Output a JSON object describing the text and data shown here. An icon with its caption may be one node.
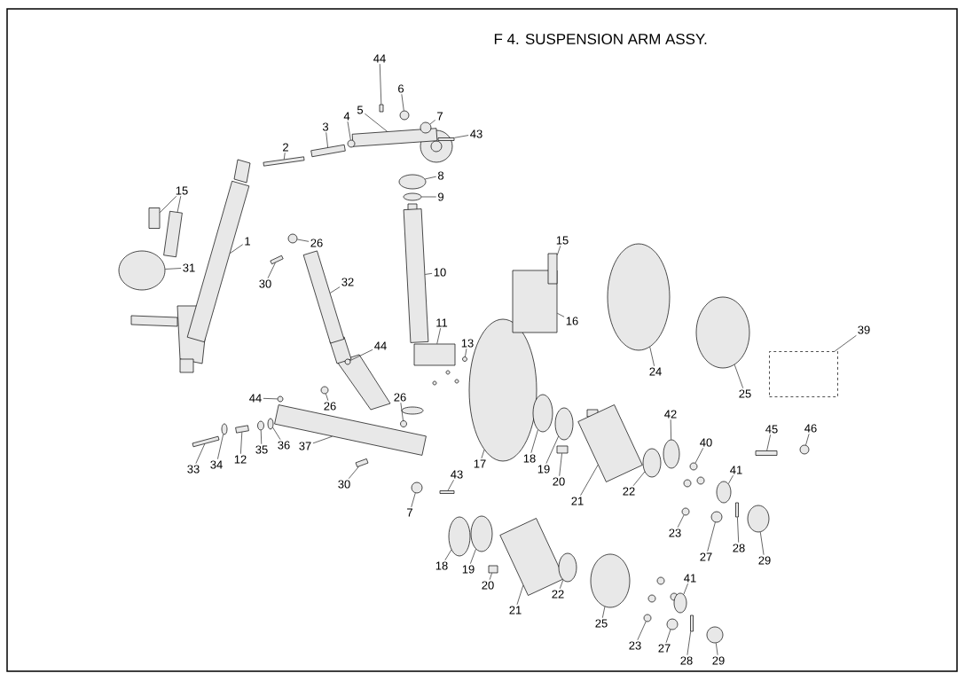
{
  "diagram": {
    "title": "F 4.  SUSPENSION ARM ASSY.",
    "nodes": [
      {
        "text": [
          "44"
        ]
      },
      {
        "text": [
          "6"
        ]
      },
      {
        "text": [
          "5"
        ]
      },
      {
        "text": [
          "4"
        ]
      },
      {
        "text": [
          "7"
        ]
      },
      {
        "text": [
          "3"
        ]
      },
      {
        "text": [
          "43"
        ]
      },
      {
        "text": [
          "2"
        ]
      },
      {
        "text": [
          "8"
        ]
      },
      {
        "text": [
          "15"
        ]
      },
      {
        "text": [
          "9"
        ]
      },
      {
        "text": [
          "1"
        ]
      },
      {
        "text": [
          "26"
        ]
      },
      {
        "text": [
          "15"
        ]
      },
      {
        "text": [
          "31"
        ]
      },
      {
        "text": [
          "10"
        ]
      },
      {
        "text": [
          "30"
        ]
      },
      {
        "text": [
          "32"
        ]
      },
      {
        "text": [
          "16"
        ]
      },
      {
        "text": [
          "11"
        ]
      },
      {
        "text": [
          "39"
        ]
      },
      {
        "text": [
          "13"
        ]
      },
      {
        "text": [
          "44"
        ]
      },
      {
        "text": [
          "24"
        ]
      },
      {
        "text": [
          "25"
        ]
      },
      {
        "text": [
          "44"
        ]
      },
      {
        "text": [
          "26"
        ]
      },
      {
        "text": [
          "26"
        ]
      },
      {
        "text": [
          "42"
        ]
      },
      {
        "text": [
          "45"
        ]
      },
      {
        "text": [
          "46"
        ]
      },
      {
        "text": [
          "40"
        ]
      },
      {
        "text": [
          "35"
        ]
      },
      {
        "text": [
          "36"
        ]
      },
      {
        "text": [
          "37"
        ]
      },
      {
        "text": [
          "18"
        ]
      },
      {
        "text": [
          "12"
        ]
      },
      {
        "text": [
          "34"
        ]
      },
      {
        "text": [
          "33"
        ]
      },
      {
        "text": [
          "19"
        ]
      },
      {
        "text": [
          "17"
        ]
      },
      {
        "text": [
          "41"
        ]
      },
      {
        "text": [
          "43"
        ]
      },
      {
        "text": [
          "20"
        ]
      },
      {
        "text": [
          "30"
        ]
      },
      {
        "text": [
          "22"
        ]
      },
      {
        "text": [
          "21"
        ]
      },
      {
        "text": [
          "7"
        ]
      },
      {
        "text": [
          "23"
        ]
      },
      {
        "text": [
          "28"
        ]
      },
      {
        "text": [
          "27"
        ]
      },
      {
        "text": [
          "29"
        ]
      },
      {
        "text": [
          "18"
        ]
      },
      {
        "text": [
          "19"
        ]
      },
      {
        "text": [
          "41"
        ]
      },
      {
        "text": [
          "20"
        ]
      },
      {
        "text": [
          "22"
        ]
      },
      {
        "text": [
          "21"
        ]
      },
      {
        "text": [
          "25"
        ]
      },
      {
        "text": [
          "23"
        ]
      },
      {
        "text": [
          "27"
        ]
      },
      {
        "text": [
          "28"
        ]
      },
      {
        "text": [
          "29"
        ]
      },
      {
        "text": [],
        "shape": "box"
      },
      {
        "text": [],
        "shape": "circle"
      },
      {
        "text": [],
        "shape": "box"
      },
      {
        "text": [],
        "shape": "circle"
      },
      {
        "text": [],
        "shape": "circle"
      },
      {
        "text": [],
        "shape": "box"
      },
      {
        "text": [],
        "shape": "box"
      },
      {
        "text": [],
        "shape": "box"
      },
      {
        "text": [],
        "shape": "circle"
      },
      {
        "text": [],
        "shape": "box"
      },
      {
        "text": [],
        "shape": "box"
      },
      {
        "text": [],
        "shape": "circle"
      },
      {
        "text": [],
        "shape": "box"
      },
      {
        "text": [],
        "shape": "circle"
      },
      {
        "text": [],
        "shape": "box"
      },
      {
        "text": [],
        "shape": "circle"
      },
      {
        "text": [],
        "shape": "box"
      },
      {
        "text": [],
        "shape": "box"
      },
      {
        "text": [],
        "shape": "box"
      },
      {
        "text": [],
        "shape": "box"
      },
      {
        "text": [],
        "shape": "box"
      },
      {
        "text": [],
        "shape": "box"
      },
      {
        "text": [],
        "shape": "circle"
      },
      {
        "text": [],
        "shape": "circle"
      },
      {
        "text": [],
        "shape": "circle"
      },
      {
        "text": [],
        "shape": "circle"
      },
      {
        "text": [],
        "shape": "circle"
      },
      {
        "text": [],
        "shape": "circle"
      },
      {
        "text": [],
        "shape": "circle"
      },
      {
        "text": [],
        "shape": "circle"
      },
      {
        "text": [],
        "shape": "box"
      },
      {
        "text": [],
        "shape": "circle"
      },
      {
        "text": [],
        "shape": "circle"
      },
      {
        "text": [],
        "shape": "circle"
      },
      {
        "text": [],
        "shape": "circle"
      },
      {
        "text": [],
        "shape": "box"
      },
      {
        "text": [],
        "shape": "circle"
      },
      {
        "text": [],
        "shape": "box"
      },
      {
        "text": [],
        "shape": "circle"
      },
      {
        "text": [],
        "shape": "box"
      },
      {
        "text": [],
        "shape": "circle"
      },
      {
        "text": [],
        "shape": "circle"
      },
      {
        "text": [],
        "shape": "circle"
      },
      {
        "text": [],
        "shape": "box"
      },
      {
        "text": [],
        "shape": "box"
      },
      {
        "text": [],
        "shape": "box"
      },
      {
        "text": [],
        "shape": "circle"
      },
      {
        "text": [],
        "shape": "box"
      },
      {
        "text": [],
        "shape": "circle"
      },
      {
        "text": [],
        "shape": "circle"
      },
      {
        "text": [],
        "shape": "box"
      },
      {
        "text": [],
        "shape": "circle"
      },
      {
        "text": [],
        "shape": "circle"
      },
      {
        "text": [],
        "shape": "circle"
      },
      {
        "text": [],
        "shape": "circle"
      },
      {
        "text": [],
        "shape": "circle"
      },
      {
        "text": [],
        "shape": "box"
      },
      {
        "text": [],
        "shape": "circle"
      },
      {
        "text": [],
        "shape": "box"
      },
      {
        "text": [],
        "shape": "circle"
      },
      {
        "text": [],
        "shape": "circle"
      },
      {
        "text": [],
        "shape": "circle"
      },
      {
        "text": [],
        "shape": "box"
      },
      {
        "text": [],
        "shape": "circle"
      }
    ],
    "edges": [
      {
        "from": 0,
        "to": 63,
        "arrow": "none"
      },
      {
        "from": 1,
        "to": 64,
        "arrow": "none"
      },
      {
        "from": 2,
        "to": 65,
        "arrow": "none"
      },
      {
        "from": 3,
        "to": 66,
        "arrow": "none"
      },
      {
        "from": 4,
        "to": 67,
        "arrow": "none"
      },
      {
        "from": 5,
        "to": 68,
        "arrow": "none"
      },
      {
        "from": 6,
        "to": 69,
        "arrow": "none"
      },
      {
        "from": 7,
        "to": 70,
        "arrow": "none"
      },
      {
        "from": 8,
        "to": 71,
        "arrow": "none"
      },
      {
        "from": 9,
        "to": 72,
        "arrow": "none"
      },
      {
        "from": 9,
        "to": 73,
        "arrow": "none"
      },
      {
        "from": 10,
        "to": 74,
        "arrow": "none"
      },
      {
        "from": 11,
        "to": 75,
        "arrow": "none"
      },
      {
        "from": 12,
        "to": 76,
        "arrow": "none"
      },
      {
        "from": 13,
        "to": 77,
        "arrow": "none"
      },
      {
        "from": 14,
        "to": 78,
        "arrow": "none"
      },
      {
        "from": 15,
        "to": 79,
        "arrow": "none"
      },
      {
        "from": 16,
        "to": 80,
        "arrow": "none"
      },
      {
        "from": 17,
        "to": 81,
        "arrow": "none"
      },
      {
        "from": 18,
        "to": 82,
        "arrow": "none"
      },
      {
        "from": 19,
        "to": 83,
        "arrow": "none"
      },
      {
        "from": 20,
        "to": 84,
        "arrow": "none"
      },
      {
        "from": 21,
        "to": 85,
        "arrow": "none"
      },
      {
        "from": 22,
        "to": 86,
        "arrow": "none"
      },
      {
        "from": 23,
        "to": 87,
        "arrow": "none"
      },
      {
        "from": 24,
        "to": 88,
        "arrow": "none"
      },
      {
        "from": 25,
        "to": 89,
        "arrow": "none"
      },
      {
        "from": 26,
        "to": 90,
        "arrow": "none"
      },
      {
        "from": 27,
        "to": 91,
        "arrow": "none"
      },
      {
        "from": 28,
        "to": 92,
        "arrow": "none"
      },
      {
        "from": 29,
        "to": 93,
        "arrow": "none"
      },
      {
        "from": 30,
        "to": 94,
        "arrow": "none"
      },
      {
        "from": 31,
        "to": 95,
        "arrow": "none"
      },
      {
        "from": 32,
        "to": 96,
        "arrow": "none"
      },
      {
        "from": 33,
        "to": 97,
        "arrow": "none"
      },
      {
        "from": 34,
        "to": 98,
        "arrow": "none"
      },
      {
        "from": 35,
        "to": 99,
        "arrow": "none"
      },
      {
        "from": 36,
        "to": 100,
        "arrow": "none"
      },
      {
        "from": 37,
        "to": 101,
        "arrow": "none"
      },
      {
        "from": 38,
        "to": 102,
        "arrow": "none"
      },
      {
        "from": 39,
        "to": 103,
        "arrow": "none"
      },
      {
        "from": 40,
        "to": 104,
        "arrow": "none"
      },
      {
        "from": 41,
        "to": 105,
        "arrow": "none"
      },
      {
        "from": 42,
        "to": 106,
        "arrow": "none"
      },
      {
        "from": 43,
        "to": 107,
        "arrow": "none"
      },
      {
        "from": 44,
        "to": 108,
        "arrow": "none"
      },
      {
        "from": 45,
        "to": 109,
        "arrow": "none"
      },
      {
        "from": 46,
        "to": 110,
        "arrow": "none"
      },
      {
        "from": 47,
        "to": 111,
        "arrow": "none"
      },
      {
        "from": 48,
        "to": 112,
        "arrow": "none"
      },
      {
        "from": 49,
        "to": 113,
        "arrow": "none"
      },
      {
        "from": 50,
        "to": 114,
        "arrow": "none"
      },
      {
        "from": 51,
        "to": 115,
        "arrow": "none"
      },
      {
        "from": 52,
        "to": 116,
        "arrow": "none"
      },
      {
        "from": 53,
        "to": 117,
        "arrow": "none"
      },
      {
        "from": 54,
        "to": 118,
        "arrow": "none"
      },
      {
        "from": 55,
        "to": 119,
        "arrow": "none"
      },
      {
        "from": 56,
        "to": 120,
        "arrow": "none"
      },
      {
        "from": 57,
        "to": 121,
        "arrow": "none"
      },
      {
        "from": 58,
        "to": 122,
        "arrow": "none"
      },
      {
        "from": 59,
        "to": 123,
        "arrow": "none"
      },
      {
        "from": 60,
        "to": 124,
        "arrow": "none"
      },
      {
        "from": 61,
        "to": 125,
        "arrow": "none"
      },
      {
        "from": 62,
        "to": 126,
        "arrow": "none"
      }
    ]
  }
}
